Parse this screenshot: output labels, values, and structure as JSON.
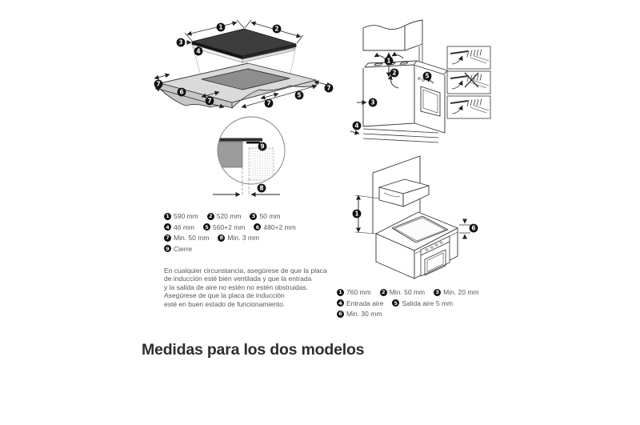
{
  "heading": "Medidas para los dos modelos",
  "legend_left": {
    "rows": [
      [
        {
          "num": "1",
          "label": "590 mm"
        },
        {
          "num": "2",
          "label": "520 mm"
        },
        {
          "num": "3",
          "label": "50 mm"
        }
      ],
      [
        {
          "num": "4",
          "label": "46 mm"
        },
        {
          "num": "5",
          "label": "560+2 mm"
        },
        {
          "num": "6",
          "label": "480+2 mm"
        }
      ],
      [
        {
          "num": "7",
          "label": "Min. 50 mm"
        },
        {
          "num": "8",
          "label": "Min. 3 mm"
        }
      ],
      [
        {
          "num": "9",
          "label": "Cierre"
        }
      ]
    ],
    "note_lines": [
      "En cualquier circunstancia, asegúrese de que la placa",
      "de inducción esté bien ventilada y que la entrada",
      "y la salida de aire no estén no estén obstruidas.",
      "Asegúrese de que la placa de inducción",
      "esté en buen estado de funcionamiento."
    ]
  },
  "legend_right": {
    "rows": [
      [
        {
          "num": "1",
          "label": "760 mm"
        },
        {
          "num": "2",
          "label": "Min. 50 mm"
        },
        {
          "num": "3",
          "label": "Min. 20 mm"
        }
      ],
      [
        {
          "num": "4",
          "label": "Entrada aire"
        },
        {
          "num": "5",
          "label": "Salida aire 5 mm"
        }
      ],
      [
        {
          "num": "6",
          "label": "Min. 30 mm"
        }
      ]
    ]
  },
  "diagrams": {
    "exploded": {
      "callouts": {
        "c1": "1",
        "c2": "2",
        "c3": "3",
        "c4": "4",
        "c5": "5",
        "c6": "6",
        "c7a": "7",
        "c7b": "7",
        "c7c": "7",
        "c7d": "7"
      }
    },
    "seal_detail": {
      "callouts": {
        "c8": "8",
        "c9": "9"
      }
    },
    "oven_clearance": {
      "callouts": {
        "c1": "1",
        "c2": "2",
        "c3": "3",
        "c4": "4",
        "c5": "5"
      }
    },
    "hood_clearance": {
      "callouts": {
        "c1": "1",
        "c6": "6"
      }
    }
  }
}
